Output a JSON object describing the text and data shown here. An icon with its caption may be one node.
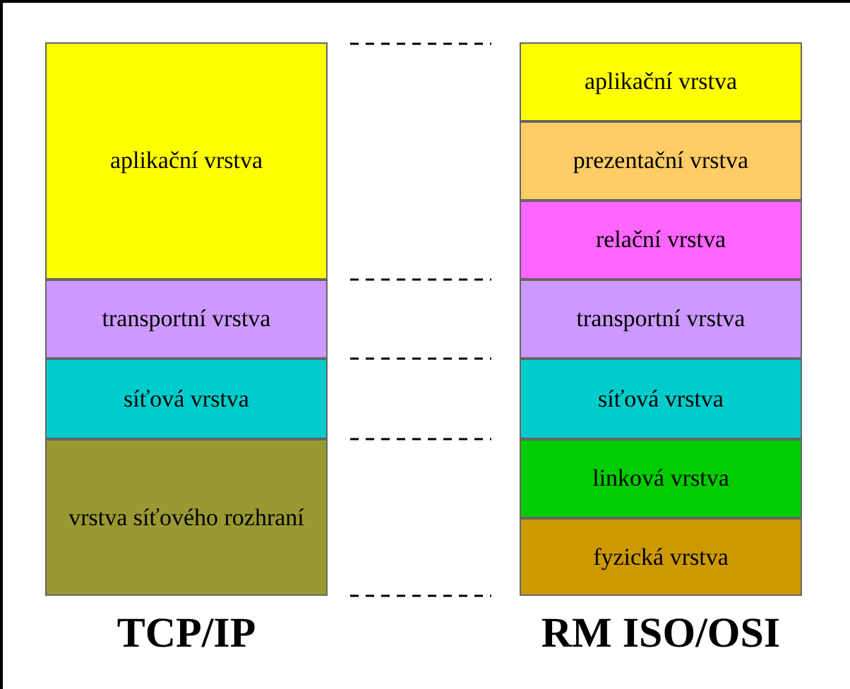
{
  "diagram": {
    "nodes": [
      {
        "text": [
          "aplikační vrstva"
        ]
      },
      {
        "text": [
          "transportní vrstva"
        ]
      },
      {
        "text": [
          "síťová vrstva"
        ]
      },
      {
        "text": [
          "vrstva síťového rozhraní"
        ]
      },
      {
        "text": [
          "aplikační vrstva"
        ]
      },
      {
        "text": [
          "prezentační vrstva"
        ]
      },
      {
        "text": [
          "relační vrstva"
        ]
      },
      {
        "text": [
          "transportní vrstva"
        ]
      },
      {
        "text": [
          "síťová vrstva"
        ]
      },
      {
        "text": [
          "linková vrstva"
        ]
      },
      {
        "text": [
          "fyzická vrstva"
        ]
      }
    ],
    "labels": [
      "TCP/IP",
      "RM ISO/OSI"
    ]
  }
}
